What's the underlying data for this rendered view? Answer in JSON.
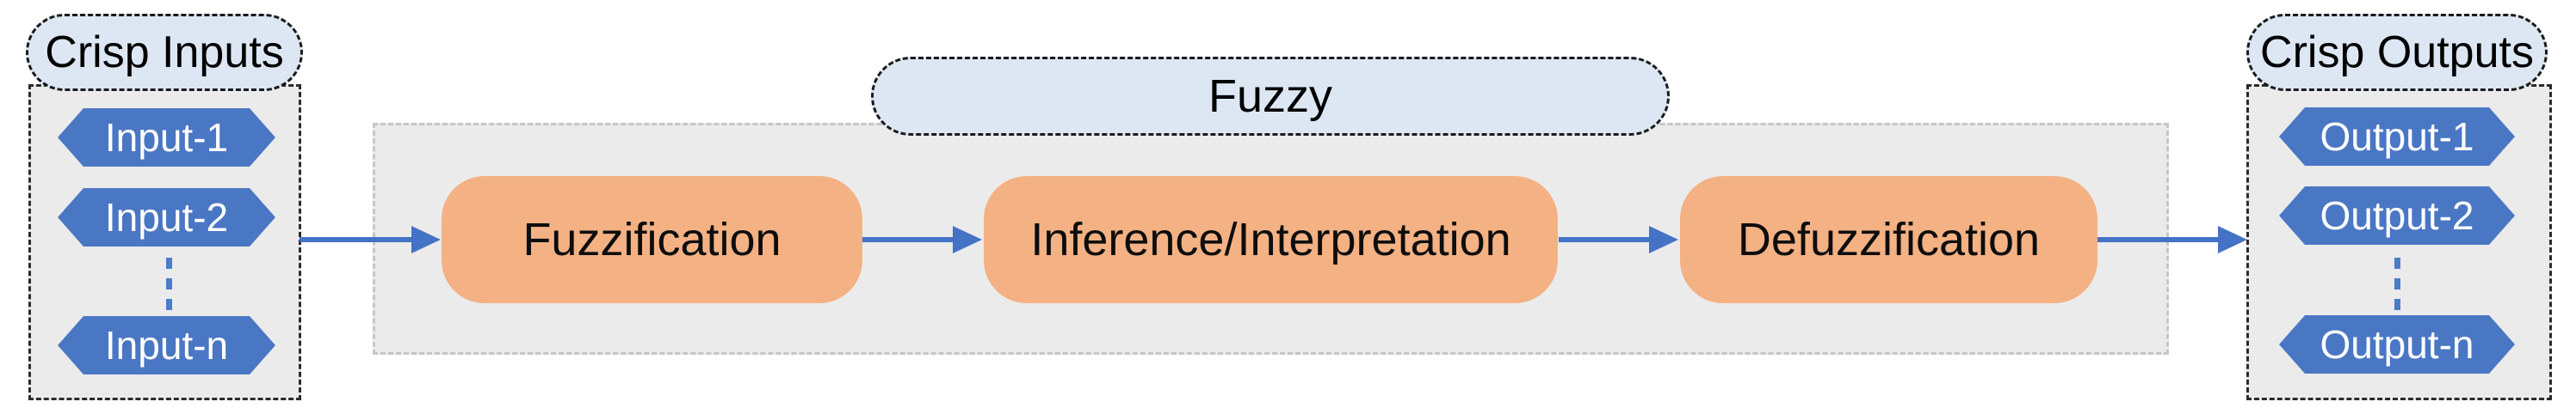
{
  "inputs_panel": {
    "title": "Crisp Inputs",
    "items": [
      "Input-1",
      "Input-2",
      "Input-n"
    ]
  },
  "fuzzy_panel": {
    "title": "Fuzzy",
    "steps": [
      "Fuzzification",
      "Inference/Interpretation",
      "Defuzzification"
    ]
  },
  "outputs_panel": {
    "title": "Crisp Outputs",
    "items": [
      "Output-1",
      "Output-2",
      "Output-n"
    ]
  },
  "colors": {
    "node_blue": "#4a77c4",
    "process_orange": "#f4b183",
    "capsule_blue": "#dce7f3",
    "panel_gray": "#ebebeb",
    "arrow_blue": "#4472c4"
  }
}
